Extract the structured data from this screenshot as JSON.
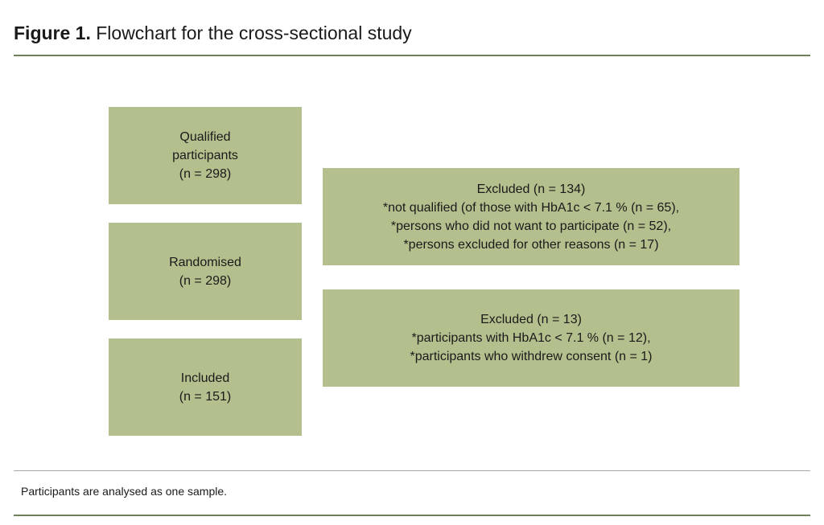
{
  "figure": {
    "label": "Figure 1.",
    "caption": "Flowchart for the cross-sectional study"
  },
  "boxes": {
    "qualified": [
      "Qualified",
      "participants",
      "(n = 298)"
    ],
    "randomised": [
      "Randomised",
      "(n = 298)"
    ],
    "included": [
      "Included",
      "(n = 151)"
    ],
    "excluded_1": [
      "Excluded (n = 134)",
      "*not qualified (of those with HbA1c < 7.1 % (n = 65),",
      "*persons who did not want to participate (n = 52),",
      "*persons excluded for other reasons (n = 17)"
    ],
    "excluded_2": [
      "Excluded (n = 13)",
      "*participants with HbA1c < 7.1 % (n = 12),",
      "*participants who withdrew consent (n = 1)"
    ]
  },
  "footnote": "Participants are analysed as one sample.",
  "colors": {
    "box_fill": "#b3c08e",
    "rule": "#6e7f5a"
  }
}
